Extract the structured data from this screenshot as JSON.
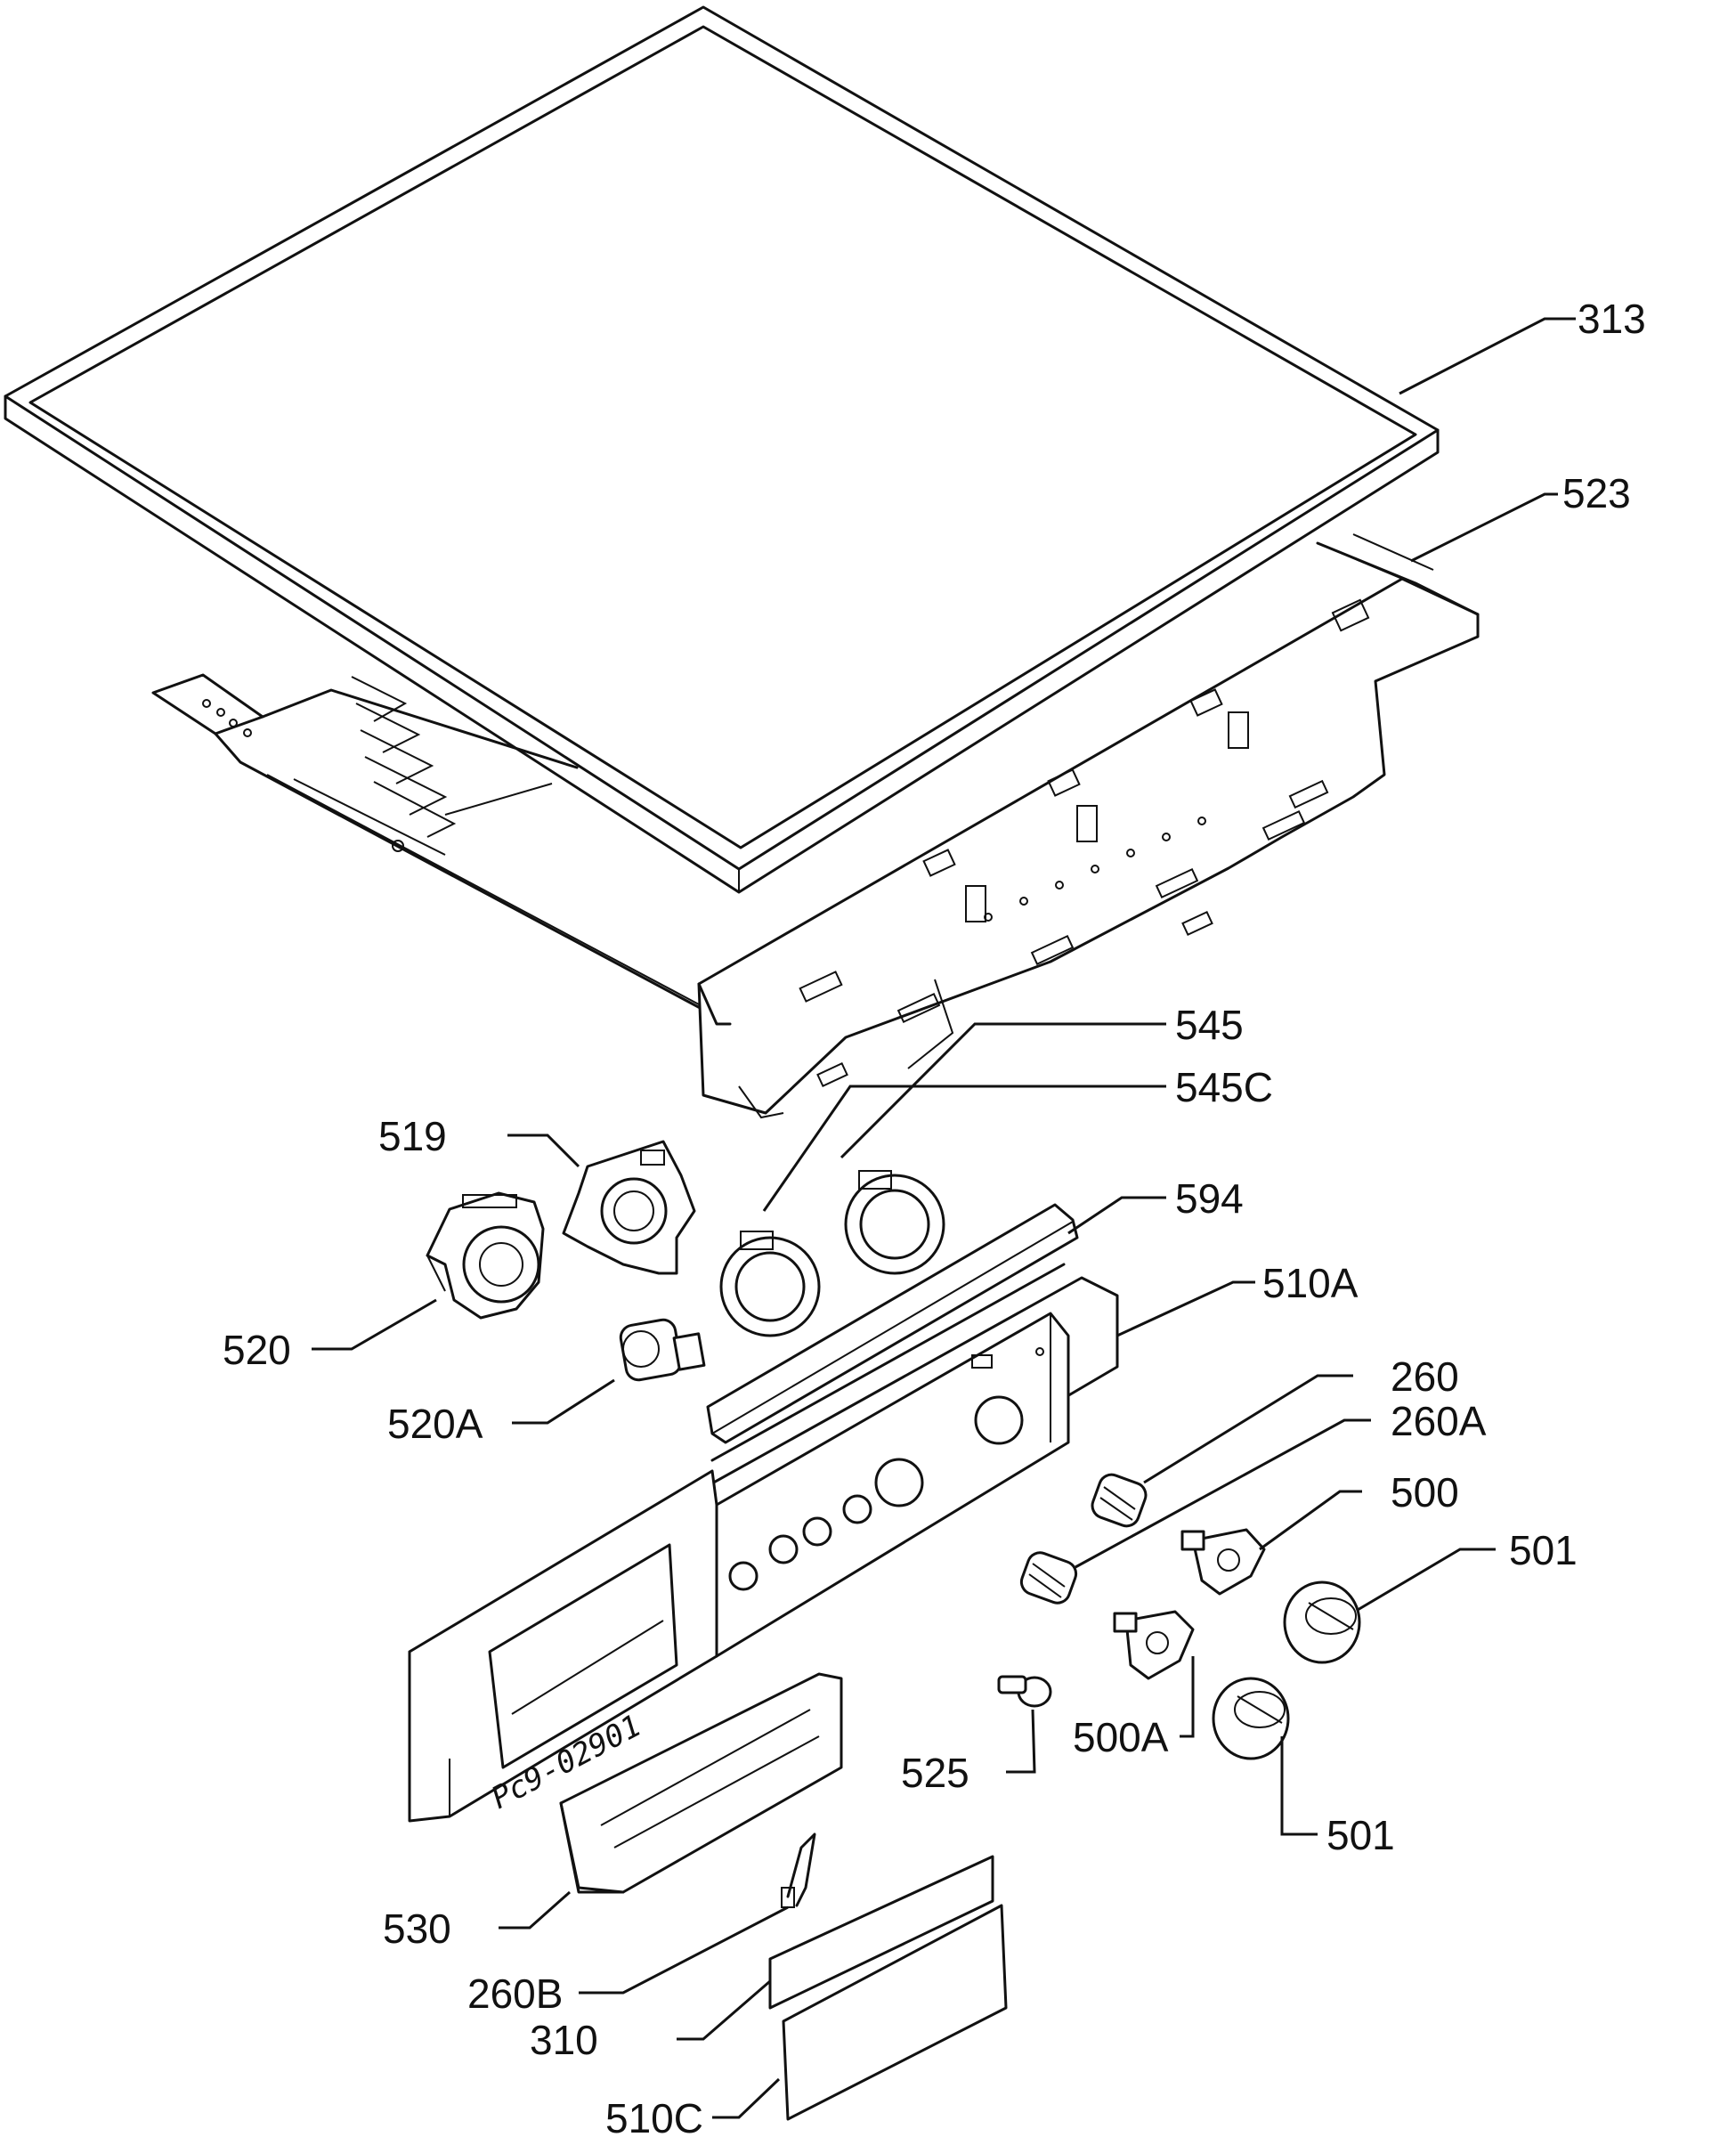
{
  "callouts": {
    "c313": "313",
    "c523": "523",
    "c545": "545",
    "c545c": "545C",
    "c519": "519",
    "c594": "594",
    "c520": "520",
    "c510a": "510A",
    "c520a": "520A",
    "c260": "260",
    "c260a": "260A",
    "c500": "500",
    "c501_top": "501",
    "c525": "525",
    "c500a": "500A",
    "c501_bottom": "501",
    "c530": "530",
    "c260b": "260B",
    "c310": "310",
    "c510c": "510C"
  },
  "panel_marking": "Pc9-02901"
}
